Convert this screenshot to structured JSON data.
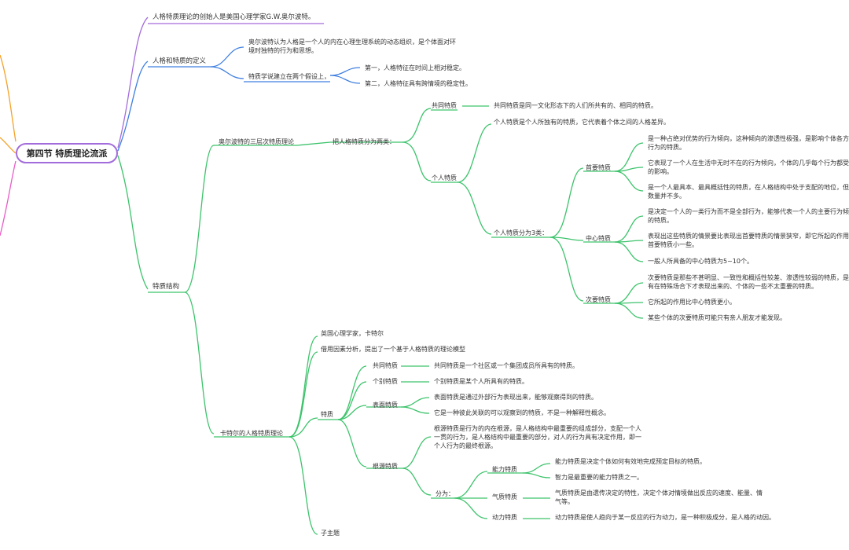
{
  "root": {
    "title": "第四节 特质理论流派"
  },
  "colors": {
    "root_border": "#a36cdb",
    "blue_branch": "#3f7fe0",
    "green_branch": "#3cc36b",
    "orange_branch": "#f4a229",
    "pink_branch": "#e85cc7",
    "purple_branch": "#a36cdb"
  },
  "topics": {
    "founder": "人格特质理论的创始人是美国心理学家G.W.奥尔波特。",
    "definition": {
      "label": "人格和特质的定义",
      "desc": "奥尔波特认为人格是一个人的内在心理生理系统的动态组织，是个体面对环境时独特的行为和思想。",
      "hypothesis": "特质学说建立在两个假设上，",
      "h1": "第一，人格特征在时间上相对稳定。",
      "h2": "第二，人格特征具有跨情境的稳定性。"
    },
    "structure": {
      "label": "特质结构",
      "allport": {
        "label": "奥尔波特的三层次特质理论",
        "split": "把人格特质分为两类：",
        "common": {
          "label": "共同特质",
          "desc": "共同特质是同一文化形态下的人们所共有的、相同的特质。"
        },
        "personal": {
          "label": "个人特质",
          "desc": "个人特质是个人所独有的特质，它代表着个体之间的人格差异。",
          "three": "个人特质分为3类：",
          "cardinal": {
            "label": "首要特质",
            "d1": "是一种占绝对优势的行为倾向，这种倾向的渗透性极强，是影响个体各方面行为的特质。",
            "d2": "它表现了一个人在生活中无时不在的行为倾向，个体的几乎每个行为都受它的影响。",
            "d3": "是一个人最具本、最具概括性的特质，在人格结构中处于支配的地位，但其数量并不多。"
          },
          "central": {
            "label": "中心特质",
            "d1": "是决定一个人的一类行为而不是全部行为，能够代表一个人的主要行为倾向的特质。",
            "d2": "表现出这些特质的情景要比表现出首要特质的情景狭窄，即它所起的作用比首要特质小一些。",
            "d3": "一般人所具备的中心特质为5~10个。"
          },
          "secondary": {
            "label": "次要特质",
            "d1": "次要特质是那些不甚明显、一致性和概括性较差、渗透性较弱的特质，是只有在特殊场合下才表现出来的、个体的一些不太重要的特质。",
            "d2": "它所起的作用比中心特质更小。",
            "d3": "某些个体的次要特质可能只有亲人朋友才能发现。"
          }
        }
      },
      "cattell": {
        "label": "卡特尔的人格特质理论",
        "who": "英国心理学家，卡特尔",
        "method": "借用因素分析，提出了一个基于人格特质的理论模型",
        "traits": {
          "label": "特质",
          "common": {
            "label": "共同特质",
            "desc": "共同特质是一个社区或一个集团成员所具有的特质。"
          },
          "unique": {
            "label": "个别特质",
            "desc": "个别特质是某个人所具有的特质。"
          },
          "surface": {
            "label": "表面特质",
            "d1": "表面特质是通过外部行为表现出来，能够观察得到的特质。",
            "d2": "它是一种彼此关联的可以观察到的特质，不是一种解释性概念。"
          },
          "source": {
            "label": "根源特质",
            "desc": "根源特质是行为的内在根源，是人格结构中最重要的组成部分，支配一个人一贯的行为，是人格结构中最重要的部分，对人的行为具有决定作用，即一个人行为的最终根源。",
            "divide": "分为：",
            "ability": {
              "label": "能力特质",
              "d1": "能力特质是决定个体如何有效地完成预定目标的特质。",
              "d2": "智力是最重要的能力特质之一。"
            },
            "temper": {
              "label": "气质特质",
              "d1": "气质特质是由遗传决定的特性，决定个体对情境做出反应的速度、能量、情气等。"
            },
            "dynamic": {
              "label": "动力特质",
              "d1": "动力特质是使人趋向于某一反应的行为动力，是一种积极成分，是人格的动因。"
            }
          }
        },
        "subtopic": "子主题"
      }
    }
  }
}
